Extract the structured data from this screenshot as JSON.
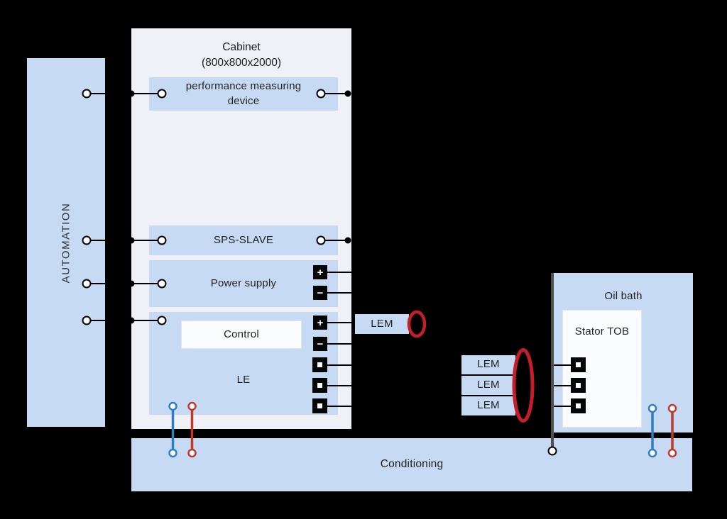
{
  "diagram": {
    "background": "#000000",
    "colors": {
      "box_blue": "#c6daf3",
      "cabinet_bg": "#eff1f6",
      "white_box": "#fbfcfe",
      "connector_black": "#000000",
      "sensor_loop_red": "#c41e2a",
      "hose_blue": "#2e7fc2",
      "hose_red": "#c0392b",
      "oilbath_edge_gray": "#4f4f4f"
    },
    "automation": {
      "label": "AUTOMATION"
    },
    "cabinet": {
      "title_line1": "Cabinet",
      "title_line2": "(800x800x2000)",
      "pmd_label": "performance measuring device",
      "sps_label": "SPS-SLAVE",
      "power_label": "Power supply",
      "control_label": "Control",
      "le_label": "LE"
    },
    "terminals": {
      "plus": "+",
      "minus": "−"
    },
    "lem": {
      "label": "LEM"
    },
    "oil_bath": {
      "title": "Oil bath",
      "stator_label": "Stator TOB"
    },
    "conditioning": {
      "label": "Conditioning"
    }
  }
}
